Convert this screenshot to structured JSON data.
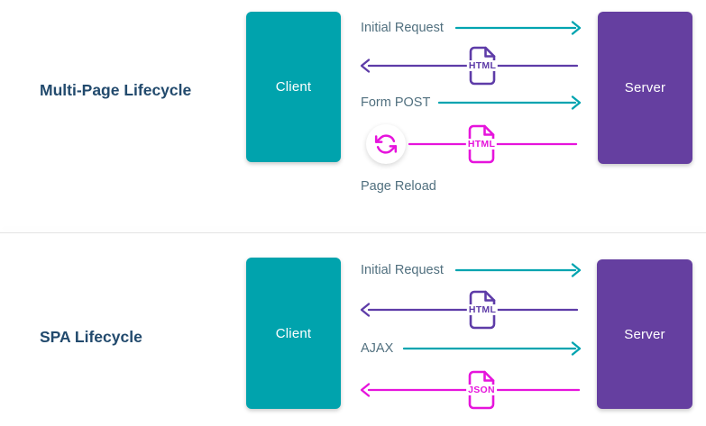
{
  "colors": {
    "client_teal": "#00A3AD",
    "server_purple": "#653FA0",
    "request_arrow_teal": "#00A4B0",
    "response_arrow_purple": "#5E3CA8",
    "response_arrow_magenta": "#E614DC",
    "title_navy": "#224A6D",
    "label_slate": "#51707F"
  },
  "sections": [
    {
      "title": "Multi-Page Lifecycle",
      "client": "Client",
      "server": "Server",
      "flows": [
        {
          "label": "Initial Request",
          "direction": "client-to-server",
          "color": "teal"
        },
        {
          "doc": "HTML",
          "direction": "server-to-client",
          "color": "purple"
        },
        {
          "label": "Form POST",
          "direction": "client-to-server",
          "color": "teal"
        },
        {
          "doc": "HTML",
          "direction": "server-to-client",
          "color": "magenta",
          "icon": "page-reload",
          "caption": "Page Reload"
        }
      ]
    },
    {
      "title": "SPA Lifecycle",
      "client": "Client",
      "server": "Server",
      "flows": [
        {
          "label": "Initial Request",
          "direction": "client-to-server",
          "color": "teal"
        },
        {
          "doc": "HTML",
          "direction": "server-to-client",
          "color": "purple"
        },
        {
          "label": "AJAX",
          "direction": "client-to-server",
          "color": "teal"
        },
        {
          "doc": "JSON",
          "direction": "server-to-client",
          "color": "magenta"
        }
      ]
    }
  ]
}
